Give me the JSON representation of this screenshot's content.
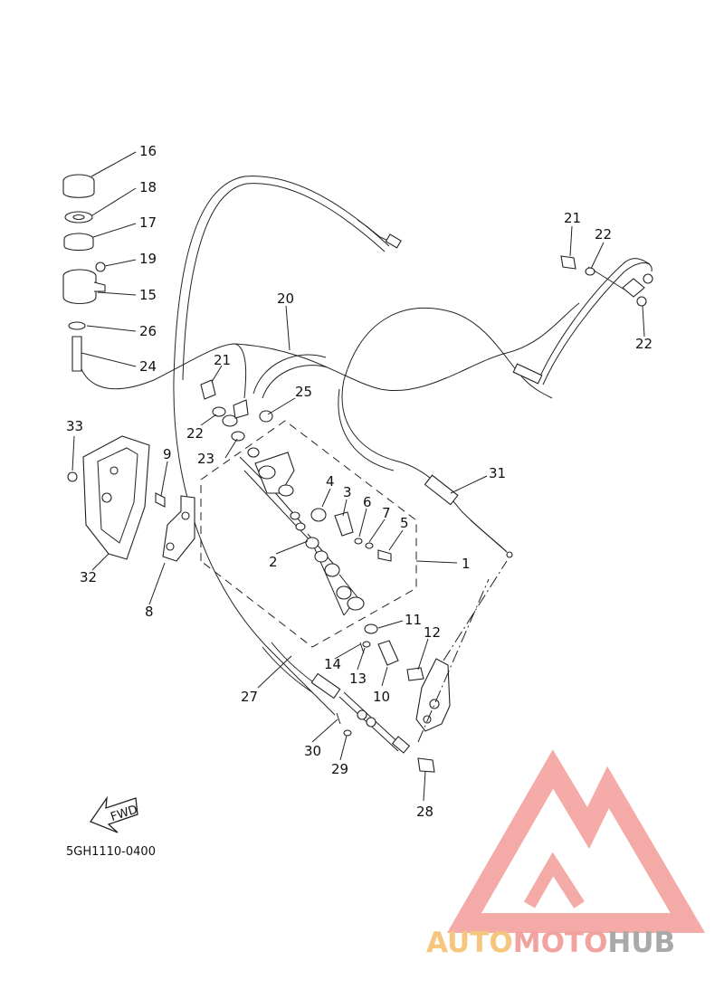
{
  "diagram": {
    "code": "5GH1110-0400",
    "fwd_label": "FWD",
    "callouts": [
      "1",
      "2",
      "3",
      "4",
      "5",
      "6",
      "7",
      "8",
      "9",
      "10",
      "11",
      "12",
      "13",
      "14",
      "15",
      "16",
      "17",
      "18",
      "19",
      "20",
      "21",
      "21",
      "22",
      "22",
      "22",
      "23",
      "24",
      "25",
      "26",
      "27",
      "28",
      "29",
      "30",
      "31",
      "32",
      "33"
    ]
  },
  "watermark": {
    "part1": "AUTO",
    "part2": "MOTO",
    "part3": "HUB",
    "colors": {
      "auto": "#f6c67e",
      "moto": "#f2a3a0",
      "hub": "#a9a9a9",
      "logo": "#f4a6a3"
    }
  }
}
